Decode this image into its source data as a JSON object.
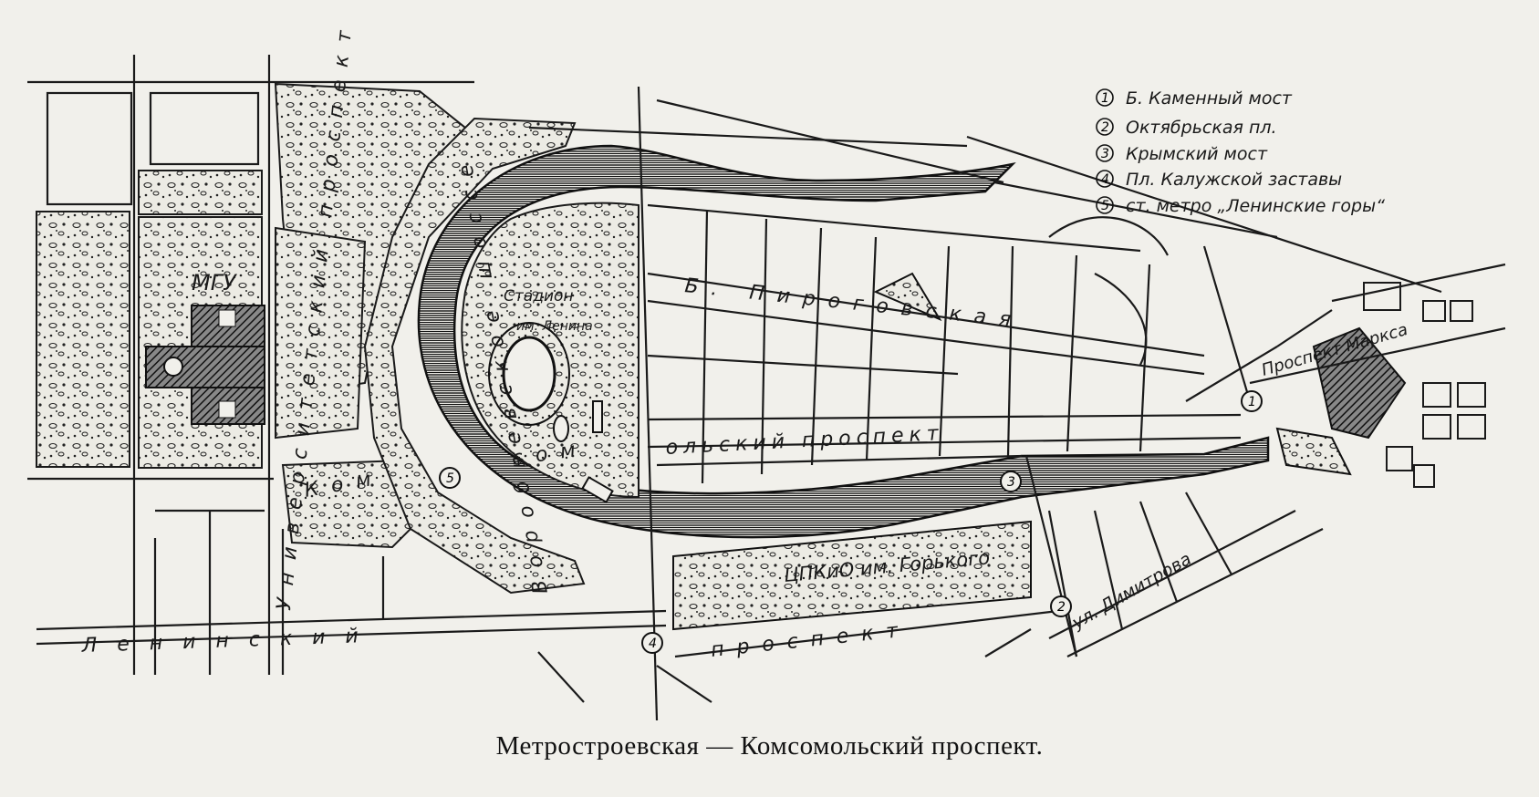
{
  "legend": [
    {
      "num": "1",
      "text": "Б. Каменный мост"
    },
    {
      "num": "2",
      "text": "Октябрьская пл."
    },
    {
      "num": "3",
      "text": "Крымский мост"
    },
    {
      "num": "4",
      "text": "Пл. Калужской заставы"
    },
    {
      "num": "5",
      "text": "ст. метро „Ленинские горы“"
    }
  ],
  "labels": {
    "mgu": "МГУ",
    "stadium_line1": "Стадион",
    "stadium_line2": "им. Ленина",
    "park": "ЦПКиО им. Горького",
    "universitetsky": "Университетский проспект",
    "vorobyovskoe": "Воробьевское шоссе",
    "pirogovskaya": "Б. Пироговская",
    "komsomolsky_a": "Ком",
    "komsomolsky_b": "сом",
    "komsomolsky_c": "ольский проспект",
    "leninsky_a": "Ленинский",
    "leninsky_b": "проспект",
    "dimitrova": "ул. Димитрова",
    "marx": "Проспект Маркса"
  },
  "markers": [
    "1",
    "2",
    "3",
    "4",
    "5"
  ],
  "caption": "Метростроевская — Комсомольский проспект.",
  "colors": {
    "paper": "#f1f0eb",
    "ink": "#1a1a1a",
    "park_fill": "#e6e4dc"
  }
}
